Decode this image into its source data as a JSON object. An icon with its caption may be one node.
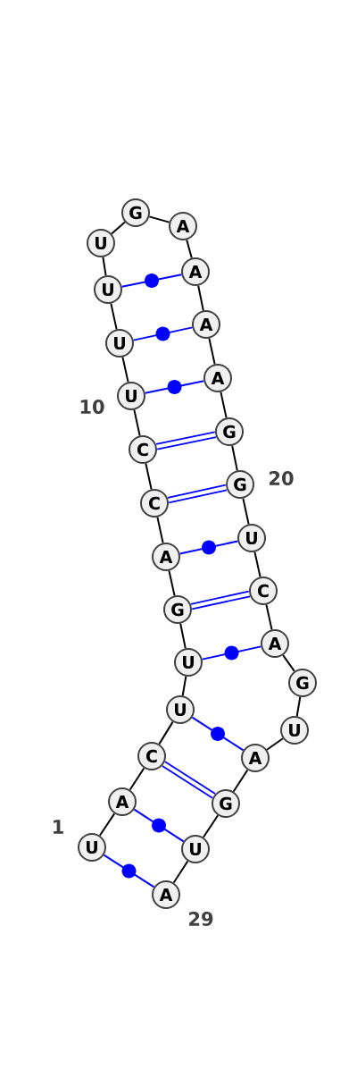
{
  "diagram": {
    "nodes": [
      {
        "text": [
          "U"
        ]
      },
      {
        "text": [
          "A"
        ]
      },
      {
        "text": [
          "C"
        ]
      },
      {
        "text": [
          "U"
        ]
      },
      {
        "text": [
          "U"
        ]
      },
      {
        "text": [
          "G"
        ]
      },
      {
        "text": [
          "A"
        ]
      },
      {
        "text": [
          "C"
        ]
      },
      {
        "text": [
          "C"
        ]
      },
      {
        "text": [
          "U"
        ]
      },
      {
        "text": [
          "U"
        ]
      },
      {
        "text": [
          "U"
        ]
      },
      {
        "text": [
          "U"
        ]
      },
      {
        "text": [
          "G"
        ]
      },
      {
        "text": [
          "A"
        ]
      },
      {
        "text": [
          "A"
        ]
      },
      {
        "text": [
          "A"
        ]
      },
      {
        "text": [
          "A"
        ]
      },
      {
        "text": [
          "G"
        ]
      },
      {
        "text": [
          "G"
        ]
      },
      {
        "text": [
          "U"
        ]
      },
      {
        "text": [
          "C"
        ]
      },
      {
        "text": [
          "A"
        ]
      },
      {
        "text": [
          "G"
        ]
      },
      {
        "text": [
          "U"
        ]
      },
      {
        "text": [
          "A"
        ]
      },
      {
        "text": [
          "G"
        ]
      },
      {
        "text": [
          "U"
        ]
      },
      {
        "text": [
          "A"
        ]
      }
    ],
    "edges": [
      {
        "from": 0,
        "to": 1,
        "arrow": "none"
      },
      {
        "from": 1,
        "to": 2,
        "arrow": "none"
      },
      {
        "from": 2,
        "to": 3,
        "arrow": "none"
      },
      {
        "from": 3,
        "to": 4,
        "arrow": "none"
      },
      {
        "from": 4,
        "to": 5,
        "arrow": "none"
      },
      {
        "from": 5,
        "to": 6,
        "arrow": "none"
      },
      {
        "from": 6,
        "to": 7,
        "arrow": "none"
      },
      {
        "from": 7,
        "to": 8,
        "arrow": "none"
      },
      {
        "from": 8,
        "to": 9,
        "arrow": "none"
      },
      {
        "from": 9,
        "to": 10,
        "arrow": "none"
      },
      {
        "from": 10,
        "to": 11,
        "arrow": "none"
      },
      {
        "from": 11,
        "to": 12,
        "arrow": "none"
      },
      {
        "from": 12,
        "to": 13,
        "arrow": "none"
      },
      {
        "from": 13,
        "to": 14,
        "arrow": "none"
      },
      {
        "from": 14,
        "to": 15,
        "arrow": "none"
      },
      {
        "from": 15,
        "to": 16,
        "arrow": "none"
      },
      {
        "from": 16,
        "to": 17,
        "arrow": "none"
      },
      {
        "from": 17,
        "to": 18,
        "arrow": "none"
      },
      {
        "from": 18,
        "to": 19,
        "arrow": "none"
      },
      {
        "from": 19,
        "to": 20,
        "arrow": "none"
      },
      {
        "from": 20,
        "to": 21,
        "arrow": "none"
      },
      {
        "from": 21,
        "to": 22,
        "arrow": "none"
      },
      {
        "from": 22,
        "to": 23,
        "arrow": "none"
      },
      {
        "from": 23,
        "to": 24,
        "arrow": "none"
      },
      {
        "from": 24,
        "to": 25,
        "arrow": "none"
      },
      {
        "from": 25,
        "to": 26,
        "arrow": "none"
      },
      {
        "from": 26,
        "to": 27,
        "arrow": "none"
      },
      {
        "from": 27,
        "to": 28,
        "arrow": "none"
      },
      {
        "from": 0,
        "to": 28,
        "arrow": "none",
        "color": "#0000ff"
      },
      {
        "from": 1,
        "to": 27,
        "arrow": "none",
        "color": "#0000ff"
      },
      {
        "from": 2,
        "to": 26,
        "arrow": "none",
        "color": "#0000ff",
        "style": "thick"
      },
      {
        "from": 3,
        "to": 25,
        "arrow": "none",
        "color": "#0000ff"
      },
      {
        "from": 4,
        "to": 22,
        "arrow": "none",
        "color": "#0000ff"
      },
      {
        "from": 5,
        "to": 21,
        "arrow": "none",
        "color": "#0000ff",
        "style": "thick"
      },
      {
        "from": 6,
        "to": 20,
        "arrow": "none",
        "color": "#0000ff"
      },
      {
        "from": 7,
        "to": 19,
        "arrow": "none",
        "color": "#0000ff",
        "style": "thick"
      },
      {
        "from": 8,
        "to": 18,
        "arrow": "none",
        "color": "#0000ff",
        "style": "thick"
      },
      {
        "from": 9,
        "to": 17,
        "arrow": "none",
        "color": "#0000ff"
      },
      {
        "from": 10,
        "to": 16,
        "arrow": "none",
        "color": "#0000ff"
      },
      {
        "from": 11,
        "to": 15,
        "arrow": "none",
        "color": "#0000ff"
      }
    ],
    "labels": [
      "10",
      "20",
      "1",
      "29"
    ]
  }
}
